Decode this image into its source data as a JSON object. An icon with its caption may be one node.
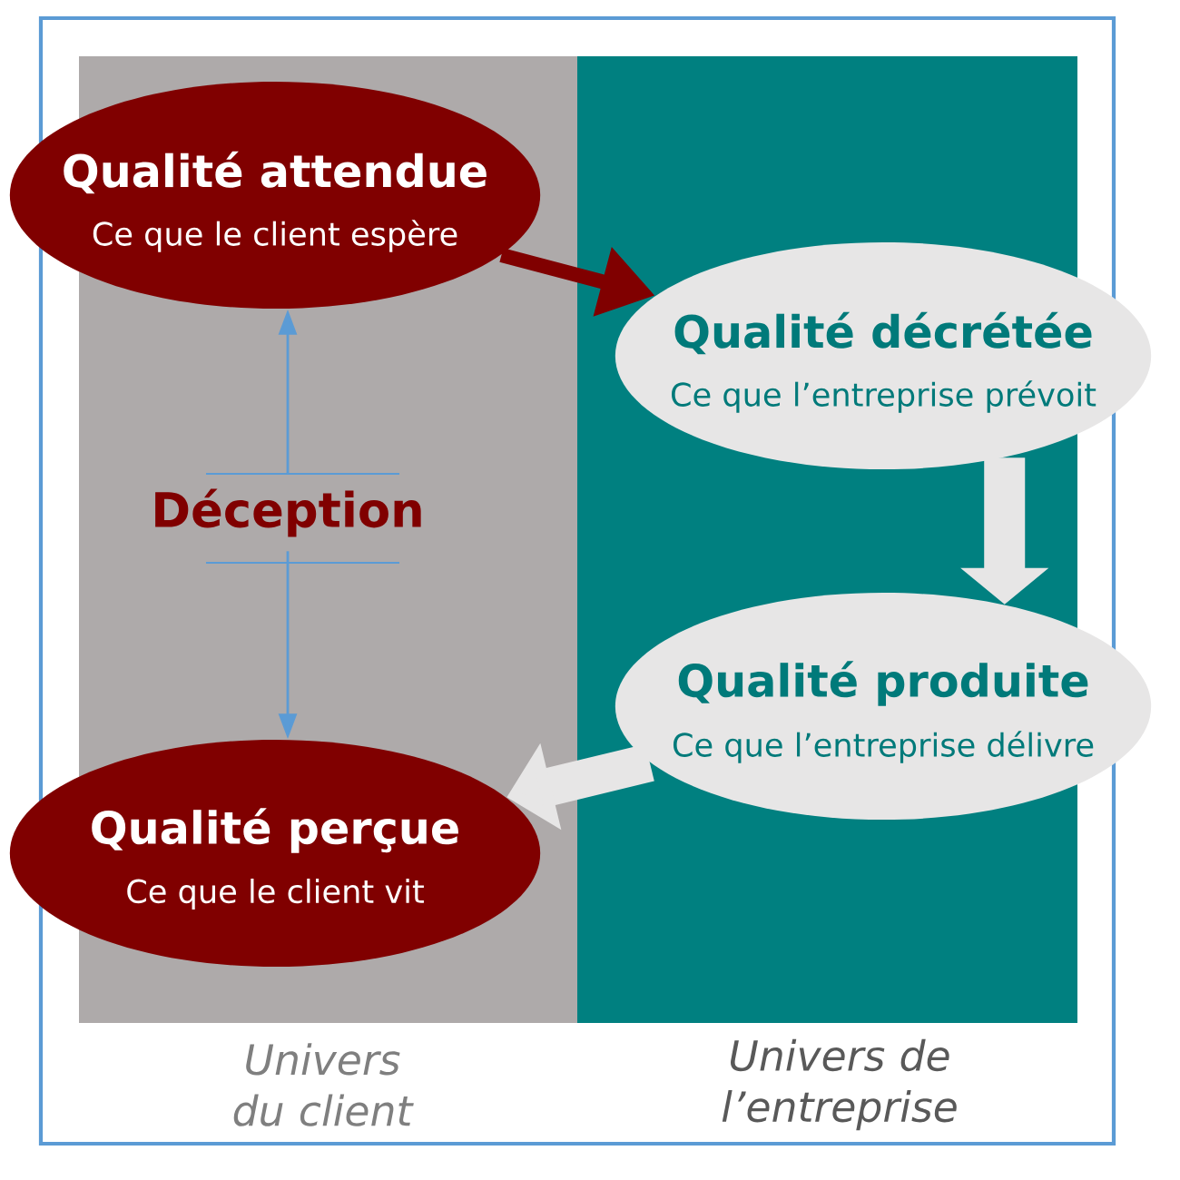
{
  "diagram": {
    "nodes": [
      {
        "text": [
          "Qualité attendue",
          "Ce que le client espère"
        ]
      },
      {
        "text": [
          "Qualité décrétée",
          "Ce que l’entreprise prévoit"
        ]
      },
      {
        "text": [
          "Qualité produite",
          "Ce que l’entreprise délivre"
        ]
      },
      {
        "text": [
          "Qualité perçue",
          "Ce que le client vit"
        ]
      },
      {
        "text": [
          "Déception"
        ]
      }
    ],
    "edges": [
      {
        "from": 0,
        "to": 1,
        "arrow": "to",
        "color": "#800000"
      },
      {
        "from": 1,
        "to": 2,
        "arrow": "to",
        "style": "thick",
        "color": "#e7e6e6"
      },
      {
        "from": 2,
        "to": 3,
        "arrow": "to",
        "style": "thick",
        "color": "#e7e6e6"
      },
      {
        "from": 4,
        "to": 0,
        "arrow": "to",
        "color": "#5b9bd5"
      },
      {
        "from": 4,
        "to": 3,
        "arrow": "to",
        "color": "#5b9bd5"
      }
    ],
    "labels": [
      "Univers du client",
      "Univers de l’entreprise"
    ]
  }
}
